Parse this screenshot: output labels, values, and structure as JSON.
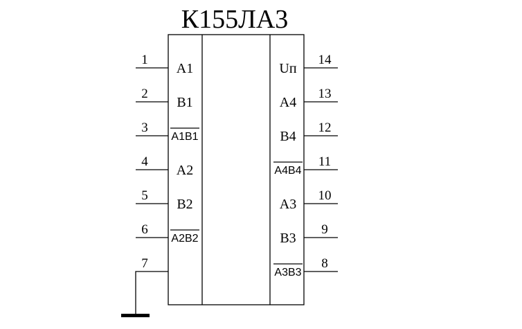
{
  "chip": {
    "title": "К155ЛА3",
    "left_pins": [
      {
        "number": "1",
        "label": "A1",
        "inverted": false
      },
      {
        "number": "2",
        "label": "B1",
        "inverted": false
      },
      {
        "number": "3",
        "label": "A1B1",
        "inverted": true
      },
      {
        "number": "4",
        "label": "A2",
        "inverted": false
      },
      {
        "number": "5",
        "label": "B2",
        "inverted": false
      },
      {
        "number": "6",
        "label": "A2B2",
        "inverted": true
      },
      {
        "number": "7",
        "label": "",
        "inverted": false,
        "ground": true
      }
    ],
    "right_pins": [
      {
        "number": "14",
        "label": "Uп",
        "inverted": false
      },
      {
        "number": "13",
        "label": "A4",
        "inverted": false
      },
      {
        "number": "12",
        "label": "B4",
        "inverted": false
      },
      {
        "number": "11",
        "label": "A4B4",
        "inverted": true
      },
      {
        "number": "10",
        "label": "A3",
        "inverted": false
      },
      {
        "number": "9",
        "label": "B3",
        "inverted": false
      },
      {
        "number": "8",
        "label": "A3B3",
        "inverted": true
      }
    ]
  }
}
